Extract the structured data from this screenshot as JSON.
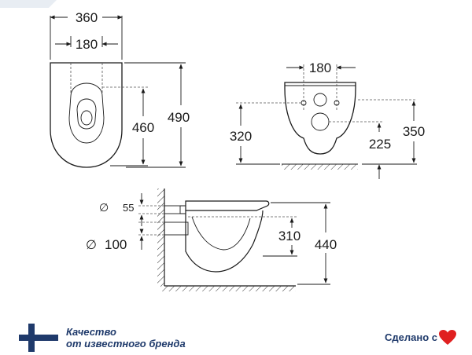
{
  "top_view": {
    "width_overall": "360",
    "width_seat": "180",
    "length_bowl": "460",
    "length_overall": "490"
  },
  "front_view": {
    "fixing_spacing": "180",
    "outlet_height": "320",
    "center_height": "225",
    "total_height": "350"
  },
  "side_view": {
    "inlet_diameter_symbol": "∅",
    "inlet_diameter": "55",
    "outlet_diameter_symbol": "∅",
    "outlet_diameter": "100",
    "depth_outlet": "310",
    "height_overall": "440"
  },
  "footer": {
    "quality_line1": "Качество",
    "quality_line2": "от известного бренда",
    "made_with": "Сделано с"
  },
  "colors": {
    "brand_blue": "#1f3a6b",
    "heart_red": "#e02020",
    "flag_blue": "#1f3a6b"
  }
}
